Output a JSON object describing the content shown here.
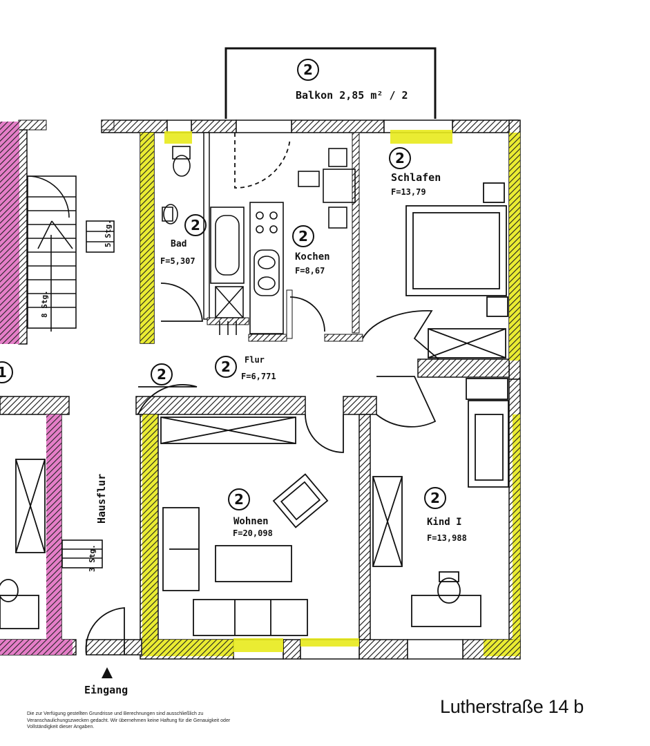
{
  "colors": {
    "unit_wall_highlight": "#e8ea1c",
    "neighbor_wall_highlight": "#e57ec8",
    "ink": "#111111"
  },
  "rooms": {
    "balkon": {
      "number": "2",
      "label": "Balkon 2,85 m² / 2"
    },
    "schlafen": {
      "number": "2",
      "name": "Schlafen",
      "area": "F=13,79"
    },
    "bad": {
      "number": "2",
      "name": "Bad",
      "area": "F=5,307"
    },
    "kuechen": {
      "number": "2",
      "name": "Kochen",
      "area": "F=8,67"
    },
    "flur": {
      "number": "2",
      "name": "Flur",
      "area": "F=6,771"
    },
    "wohnen": {
      "number": "2",
      "name": "Wohnen",
      "area": "F=20,098"
    },
    "kind": {
      "number": "2",
      "name": "Kind I",
      "area": "F=13,988"
    }
  },
  "markers": {
    "entry_left": "1",
    "entry_right": "2"
  },
  "stairs": {
    "upper": "5 Stg.",
    "left": "8 Stg.",
    "lower": "3 Stg."
  },
  "hausflur": "Hausflur",
  "eingang": "Eingang",
  "street": "Lutherstraße 14 b",
  "disclaimer": "Die zur Verfügung gestellten Grundrisse und Berechnungen sind ausschließlich zu Veranschaulichungszwecken gedacht. Wir übernehmen keine Haftung für die Genauigkeit oder Vollständigkeit dieser Angaben."
}
